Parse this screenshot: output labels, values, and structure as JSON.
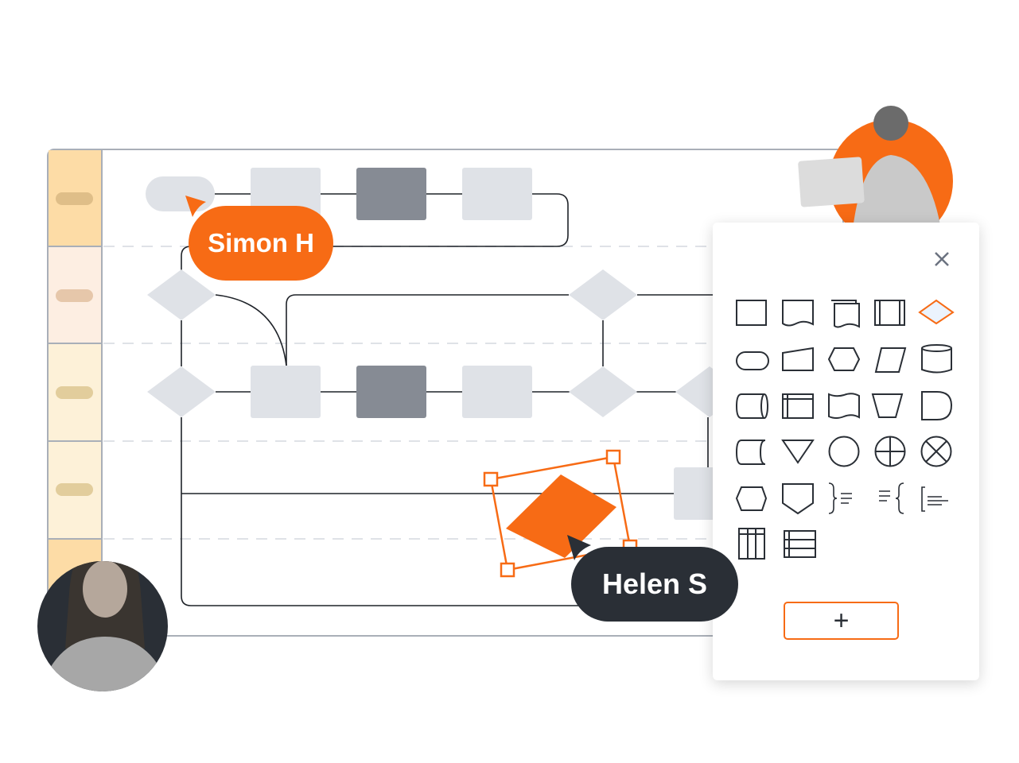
{
  "collaborators": [
    {
      "name": "Simon H",
      "color": "#f76b15"
    },
    {
      "name": "Helen S",
      "color": "#2a2f36"
    }
  ],
  "shape_panel": {
    "close_icon": "close-icon",
    "add_label": "+",
    "shapes": [
      "rectangle",
      "document",
      "multiple-documents",
      "predefined-process",
      "decision",
      "terminator",
      "manual-input",
      "preparation",
      "data",
      "database",
      "direct-access-storage",
      "internal-storage",
      "tape",
      "manual-operation",
      "delay",
      "stored-data",
      "merge",
      "connector",
      "or",
      "summing-junction",
      "display",
      "off-page-reference",
      "brace-note-left",
      "brace-note-right",
      "bracket-note",
      "table-columns",
      "table-rows"
    ],
    "selected": "decision"
  },
  "colors": {
    "accent": "#f76b15",
    "dark": "#2a2f36",
    "shape_light": "#dfe2e7",
    "shape_dark": "#868b94"
  }
}
